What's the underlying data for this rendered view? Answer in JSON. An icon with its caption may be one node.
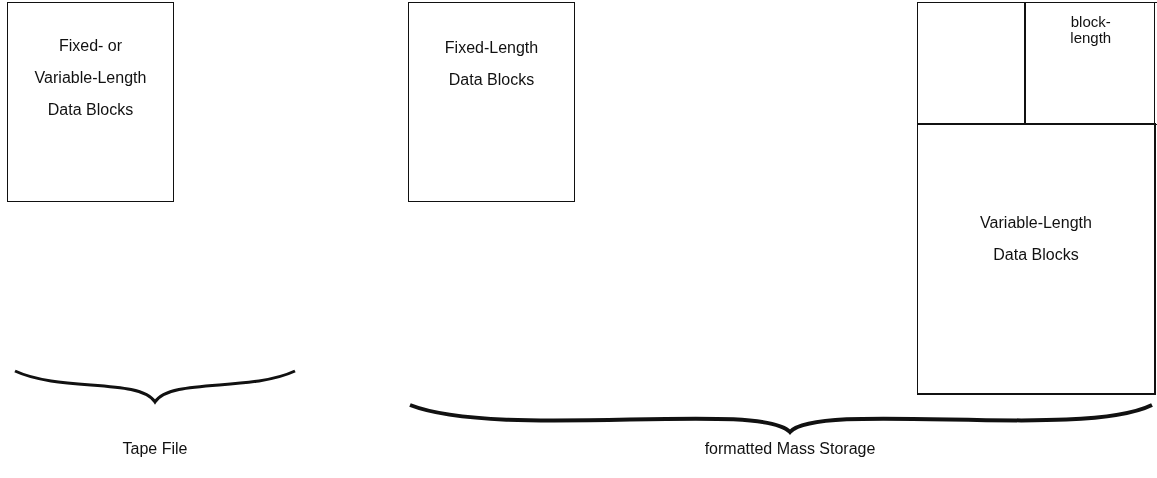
{
  "diagram": {
    "nodes": [
      {
        "text": [
          "Fixed- or Variable-Length Data Blocks"
        ]
      },
      {
        "text": [
          "Fixed-Length Data Blocks"
        ]
      },
      {
        "text": [],
        "shape": "box"
      },
      {
        "text": [],
        "shape": "box",
        "in": 2
      },
      {
        "text": [
          "block-length"
        ],
        "in": 2
      },
      {
        "text": [
          "Variable-Length Data Blocks"
        ],
        "in": 2
      }
    ],
    "edges": [],
    "labels": [
      "Tape File",
      "formatted Mass Storage"
    ]
  }
}
